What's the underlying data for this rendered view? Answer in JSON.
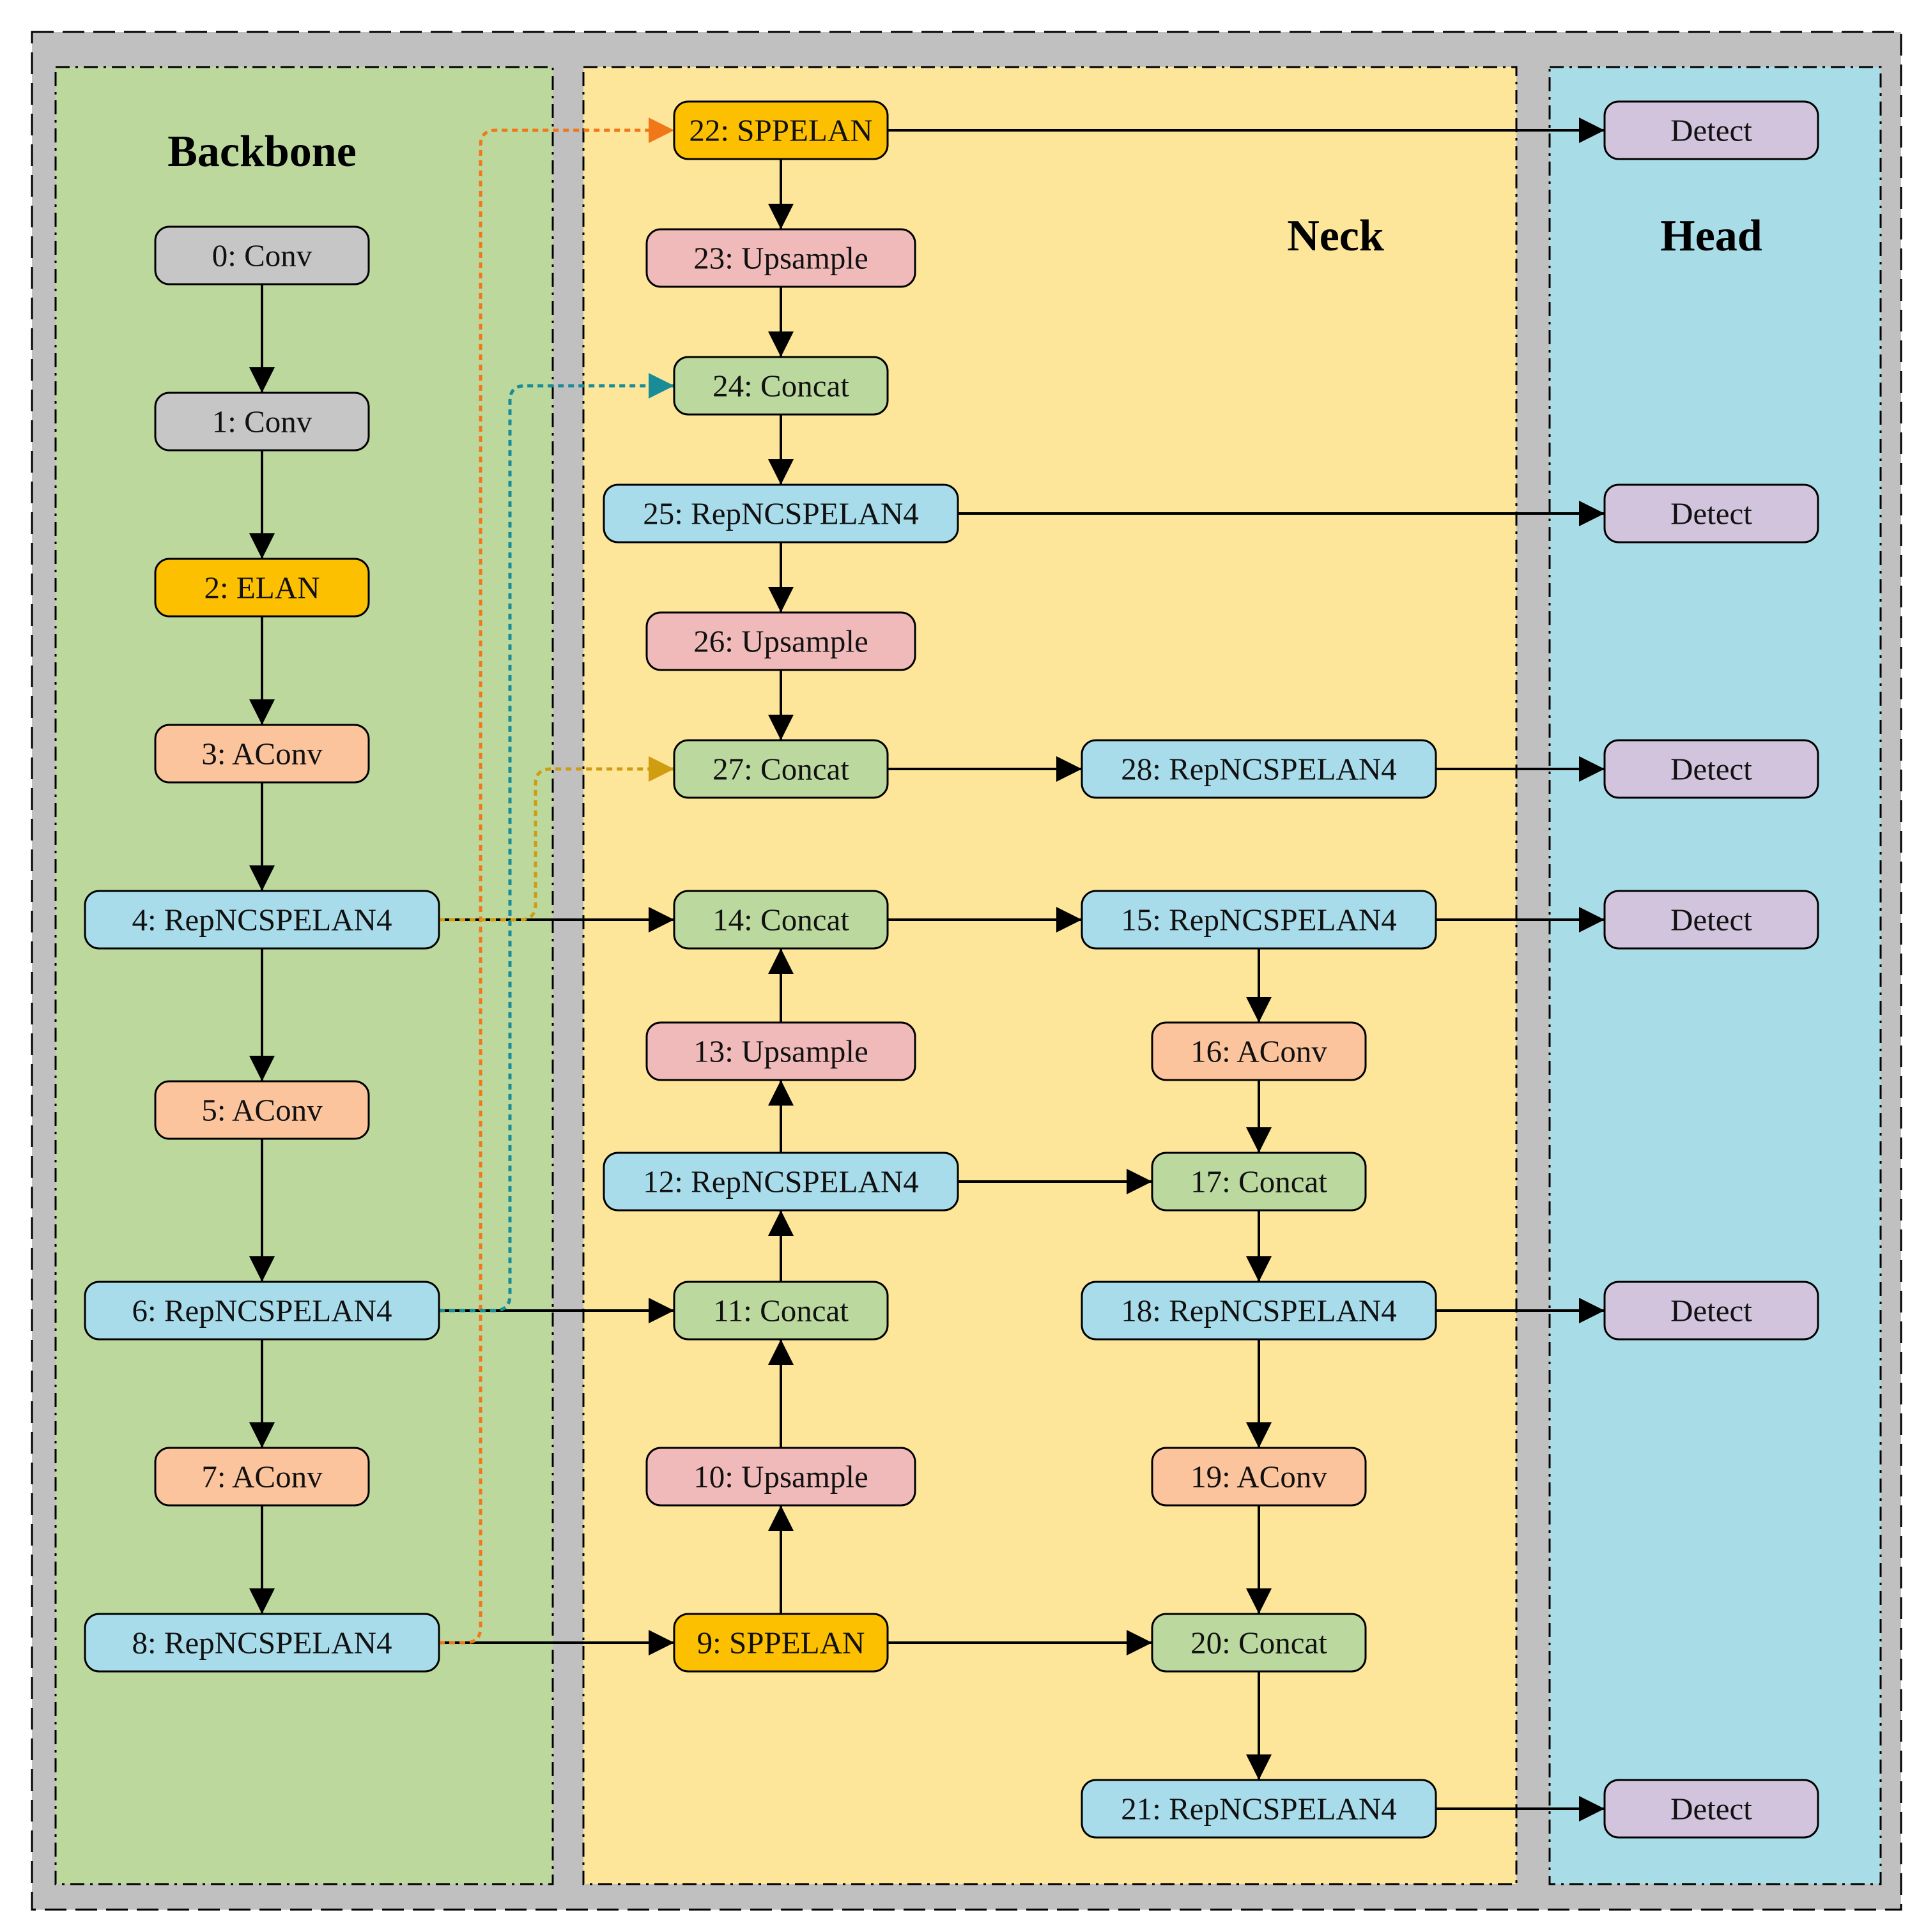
{
  "sections": {
    "backbone": "Backbone",
    "neck": "Neck",
    "head": "Head"
  },
  "colors": {
    "outer_bg": "#c0c0c0",
    "backbone_bg": "#bdd89d",
    "neck_bg": "#fde59a",
    "head_bg": "#a8dde8",
    "conv": "#c6c6c6",
    "elan": "#fdc000",
    "aconv": "#fcc49c",
    "rep": "#a8dcea",
    "upsample": "#f1baba",
    "concat": "#bbd89e",
    "detect": "#d2c4dd",
    "edge": "#000000",
    "skip_orange": "#f07818",
    "skip_teal": "#188c98",
    "skip_gold": "#d09c10"
  },
  "nodes": [
    {
      "id": "n0",
      "label": "0: Conv",
      "kind": "conv"
    },
    {
      "id": "n1",
      "label": "1: Conv",
      "kind": "conv"
    },
    {
      "id": "n2",
      "label": "2: ELAN",
      "kind": "elan"
    },
    {
      "id": "n3",
      "label": "3: AConv",
      "kind": "aconv"
    },
    {
      "id": "n4",
      "label": "4: RepNCSPELAN4",
      "kind": "rep"
    },
    {
      "id": "n5",
      "label": "5: AConv",
      "kind": "aconv"
    },
    {
      "id": "n6",
      "label": "6: RepNCSPELAN4",
      "kind": "rep"
    },
    {
      "id": "n7",
      "label": "7: AConv",
      "kind": "aconv"
    },
    {
      "id": "n8",
      "label": "8: RepNCSPELAN4",
      "kind": "rep"
    },
    {
      "id": "n9",
      "label": "9: SPPELAN",
      "kind": "elan"
    },
    {
      "id": "n10",
      "label": "10: Upsample",
      "kind": "upsample"
    },
    {
      "id": "n11",
      "label": "11: Concat",
      "kind": "concat"
    },
    {
      "id": "n12",
      "label": "12: RepNCSPELAN4",
      "kind": "rep"
    },
    {
      "id": "n13",
      "label": "13: Upsample",
      "kind": "upsample"
    },
    {
      "id": "n14",
      "label": "14: Concat",
      "kind": "concat"
    },
    {
      "id": "n15",
      "label": "15: RepNCSPELAN4",
      "kind": "rep"
    },
    {
      "id": "n16",
      "label": "16: AConv",
      "kind": "aconv"
    },
    {
      "id": "n17",
      "label": "17: Concat",
      "kind": "concat"
    },
    {
      "id": "n18",
      "label": "18: RepNCSPELAN4",
      "kind": "rep"
    },
    {
      "id": "n19",
      "label": "19: AConv",
      "kind": "aconv"
    },
    {
      "id": "n20",
      "label": "20: Concat",
      "kind": "concat"
    },
    {
      "id": "n21",
      "label": "21: RepNCSPELAN4",
      "kind": "rep"
    },
    {
      "id": "n22",
      "label": "22: SPPELAN",
      "kind": "elan"
    },
    {
      "id": "n23",
      "label": "23: Upsample",
      "kind": "upsample"
    },
    {
      "id": "n24",
      "label": "24: Concat",
      "kind": "concat"
    },
    {
      "id": "n25",
      "label": "25: RepNCSPELAN4",
      "kind": "rep"
    },
    {
      "id": "n26",
      "label": "26: Upsample",
      "kind": "upsample"
    },
    {
      "id": "n27",
      "label": "27: Concat",
      "kind": "concat"
    },
    {
      "id": "n28",
      "label": "28: RepNCSPELAN4",
      "kind": "rep"
    },
    {
      "id": "d22",
      "label": "Detect",
      "kind": "detect"
    },
    {
      "id": "d25",
      "label": "Detect",
      "kind": "detect"
    },
    {
      "id": "d28",
      "label": "Detect",
      "kind": "detect"
    },
    {
      "id": "d15",
      "label": "Detect",
      "kind": "detect"
    },
    {
      "id": "d18",
      "label": "Detect",
      "kind": "detect"
    },
    {
      "id": "d21",
      "label": "Detect",
      "kind": "detect"
    }
  ],
  "edges": [
    {
      "from": "n0",
      "to": "n1"
    },
    {
      "from": "n1",
      "to": "n2"
    },
    {
      "from": "n2",
      "to": "n3"
    },
    {
      "from": "n3",
      "to": "n4"
    },
    {
      "from": "n4",
      "to": "n5"
    },
    {
      "from": "n5",
      "to": "n6"
    },
    {
      "from": "n6",
      "to": "n7"
    },
    {
      "from": "n7",
      "to": "n8"
    },
    {
      "from": "n8",
      "to": "n9"
    },
    {
      "from": "n9",
      "to": "n10"
    },
    {
      "from": "n10",
      "to": "n11"
    },
    {
      "from": "n6",
      "to": "n11"
    },
    {
      "from": "n11",
      "to": "n12"
    },
    {
      "from": "n12",
      "to": "n13"
    },
    {
      "from": "n13",
      "to": "n14"
    },
    {
      "from": "n4",
      "to": "n14"
    },
    {
      "from": "n14",
      "to": "n15"
    },
    {
      "from": "n15",
      "to": "n16"
    },
    {
      "from": "n16",
      "to": "n17"
    },
    {
      "from": "n12",
      "to": "n17"
    },
    {
      "from": "n17",
      "to": "n18"
    },
    {
      "from": "n18",
      "to": "n19"
    },
    {
      "from": "n19",
      "to": "n20"
    },
    {
      "from": "n9",
      "to": "n20"
    },
    {
      "from": "n20",
      "to": "n21"
    },
    {
      "from": "n22",
      "to": "n23"
    },
    {
      "from": "n23",
      "to": "n24"
    },
    {
      "from": "n24",
      "to": "n25"
    },
    {
      "from": "n25",
      "to": "n26"
    },
    {
      "from": "n26",
      "to": "n27"
    },
    {
      "from": "n27",
      "to": "n28"
    },
    {
      "from": "n22",
      "to": "d22"
    },
    {
      "from": "n25",
      "to": "d25"
    },
    {
      "from": "n28",
      "to": "d28"
    },
    {
      "from": "n15",
      "to": "d15"
    },
    {
      "from": "n18",
      "to": "d18"
    },
    {
      "from": "n21",
      "to": "d21"
    },
    {
      "from": "n8",
      "to": "n22",
      "style": "dashed",
      "color": "skip_orange"
    },
    {
      "from": "n6",
      "to": "n24",
      "style": "dashed",
      "color": "skip_teal"
    },
    {
      "from": "n4",
      "to": "n27",
      "style": "dashed",
      "color": "skip_gold"
    }
  ]
}
